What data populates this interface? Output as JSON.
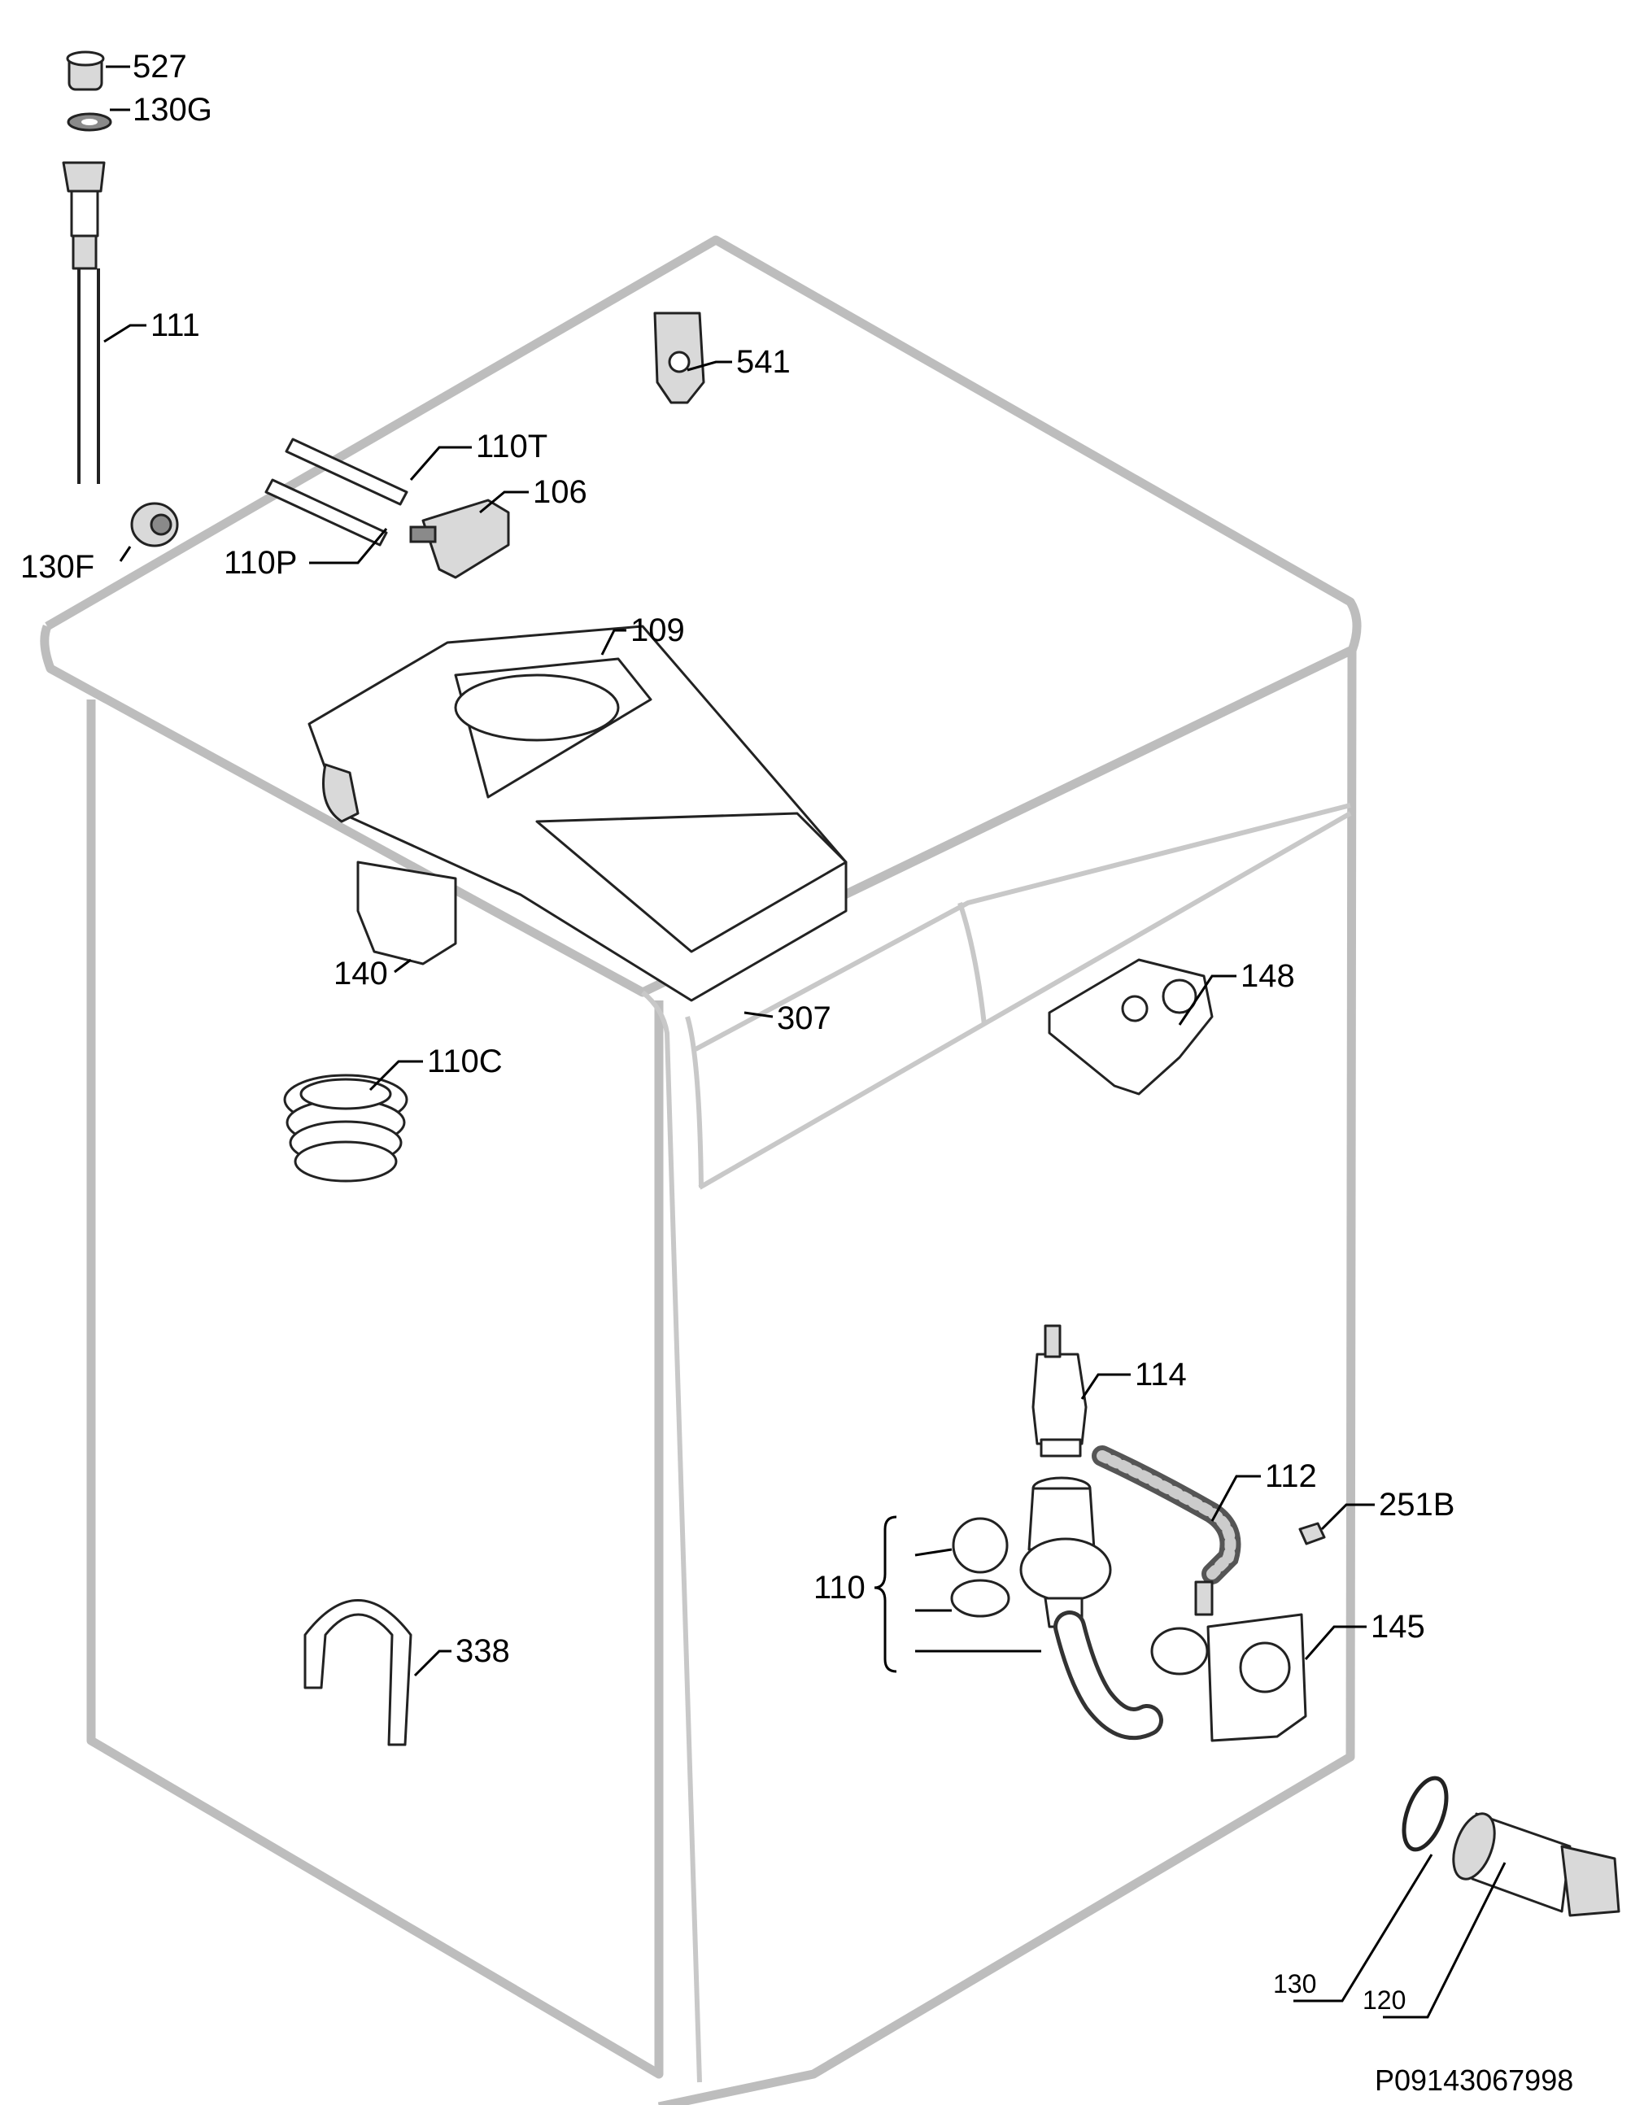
{
  "diagram": {
    "callouts": {
      "c527": "527",
      "c130G": "130G",
      "c111": "111",
      "c130F": "130F",
      "c110T": "110T",
      "c110P": "110P",
      "c106": "106",
      "c541": "541",
      "c109": "109",
      "c140": "140",
      "c307": "307",
      "c148": "148",
      "c110C": "110C",
      "c114": "114",
      "c112": "112",
      "c251B": "251B",
      "c110": "110",
      "c145": "145",
      "c338": "338",
      "c130": "130",
      "c120": "120"
    },
    "document_id": "P09143067998"
  }
}
